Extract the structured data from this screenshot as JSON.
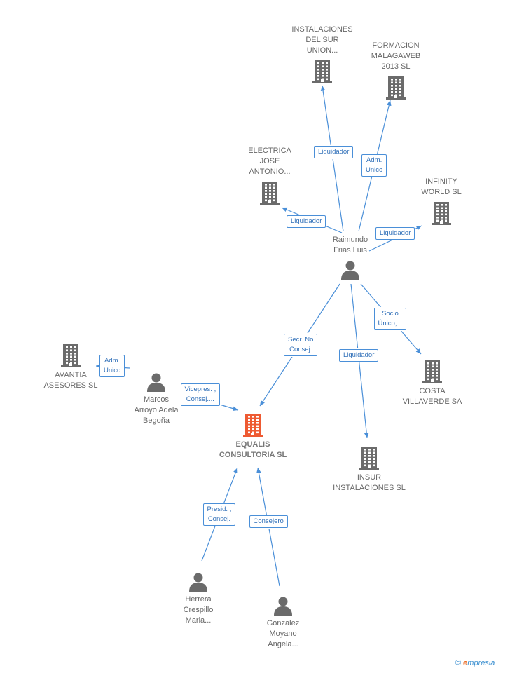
{
  "colors": {
    "edge": "#4a8fd8",
    "node": "#6b6b6b",
    "focus": "#ee5a32"
  },
  "nodes": {
    "instalaciones_sur": {
      "name": "INSTALACIONES\nDEL SUR\nUNION...",
      "kind": "company"
    },
    "formacion": {
      "name": "FORMACION\nMALAGAWEB\n2013  SL",
      "kind": "company"
    },
    "electrica": {
      "name": "ELECTRICA\nJOSE\nANTONIO...",
      "kind": "company"
    },
    "infinity": {
      "name": "INFINITY\nWORLD SL",
      "kind": "company"
    },
    "raimundo": {
      "name": "Raimundo\nFrias Luis",
      "kind": "person"
    },
    "avantia": {
      "name": "AVANTIA\nASESORES SL",
      "kind": "company"
    },
    "marcos": {
      "name": "Marcos\nArroyo Adela\nBegoña",
      "kind": "person"
    },
    "costa": {
      "name": "COSTA\nVILLAVERDE SA",
      "kind": "company"
    },
    "equalis": {
      "name": "EQUALIS\nCONSULTORIA SL",
      "kind": "focus"
    },
    "insur": {
      "name": "INSUR\nINSTALACIONES SL",
      "kind": "company"
    },
    "herrera": {
      "name": "Herrera\nCrespillo\nMaria...",
      "kind": "person"
    },
    "gonzalez": {
      "name": "Gonzalez\nMoyano\nAngela...",
      "kind": "person"
    }
  },
  "edges": [
    {
      "from": "raimundo",
      "to": "instalaciones_sur",
      "label": "Liquidador"
    },
    {
      "from": "raimundo",
      "to": "formacion",
      "label": "Adm.\nUnico"
    },
    {
      "from": "raimundo",
      "to": "electrica",
      "label": "Liquidador"
    },
    {
      "from": "raimundo",
      "to": "infinity",
      "label": "Liquidador"
    },
    {
      "from": "raimundo",
      "to": "equalis",
      "label": "Secr.  No\nConsej."
    },
    {
      "from": "raimundo",
      "to": "insur",
      "label": "Liquidador"
    },
    {
      "from": "raimundo",
      "to": "costa",
      "label": "Socio\nÚnico,..."
    },
    {
      "from": "marcos",
      "to": "avantia",
      "label": "Adm.\nUnico"
    },
    {
      "from": "marcos",
      "to": "equalis",
      "label": "Vicepres. ,\nConsej...."
    },
    {
      "from": "herrera",
      "to": "equalis",
      "label": "Presid. ,\nConsej."
    },
    {
      "from": "gonzalez",
      "to": "equalis",
      "label": "Consejero"
    }
  ],
  "footer": {
    "copyright": "©",
    "brand_e": "e",
    "brand_rest": "mpresia"
  }
}
